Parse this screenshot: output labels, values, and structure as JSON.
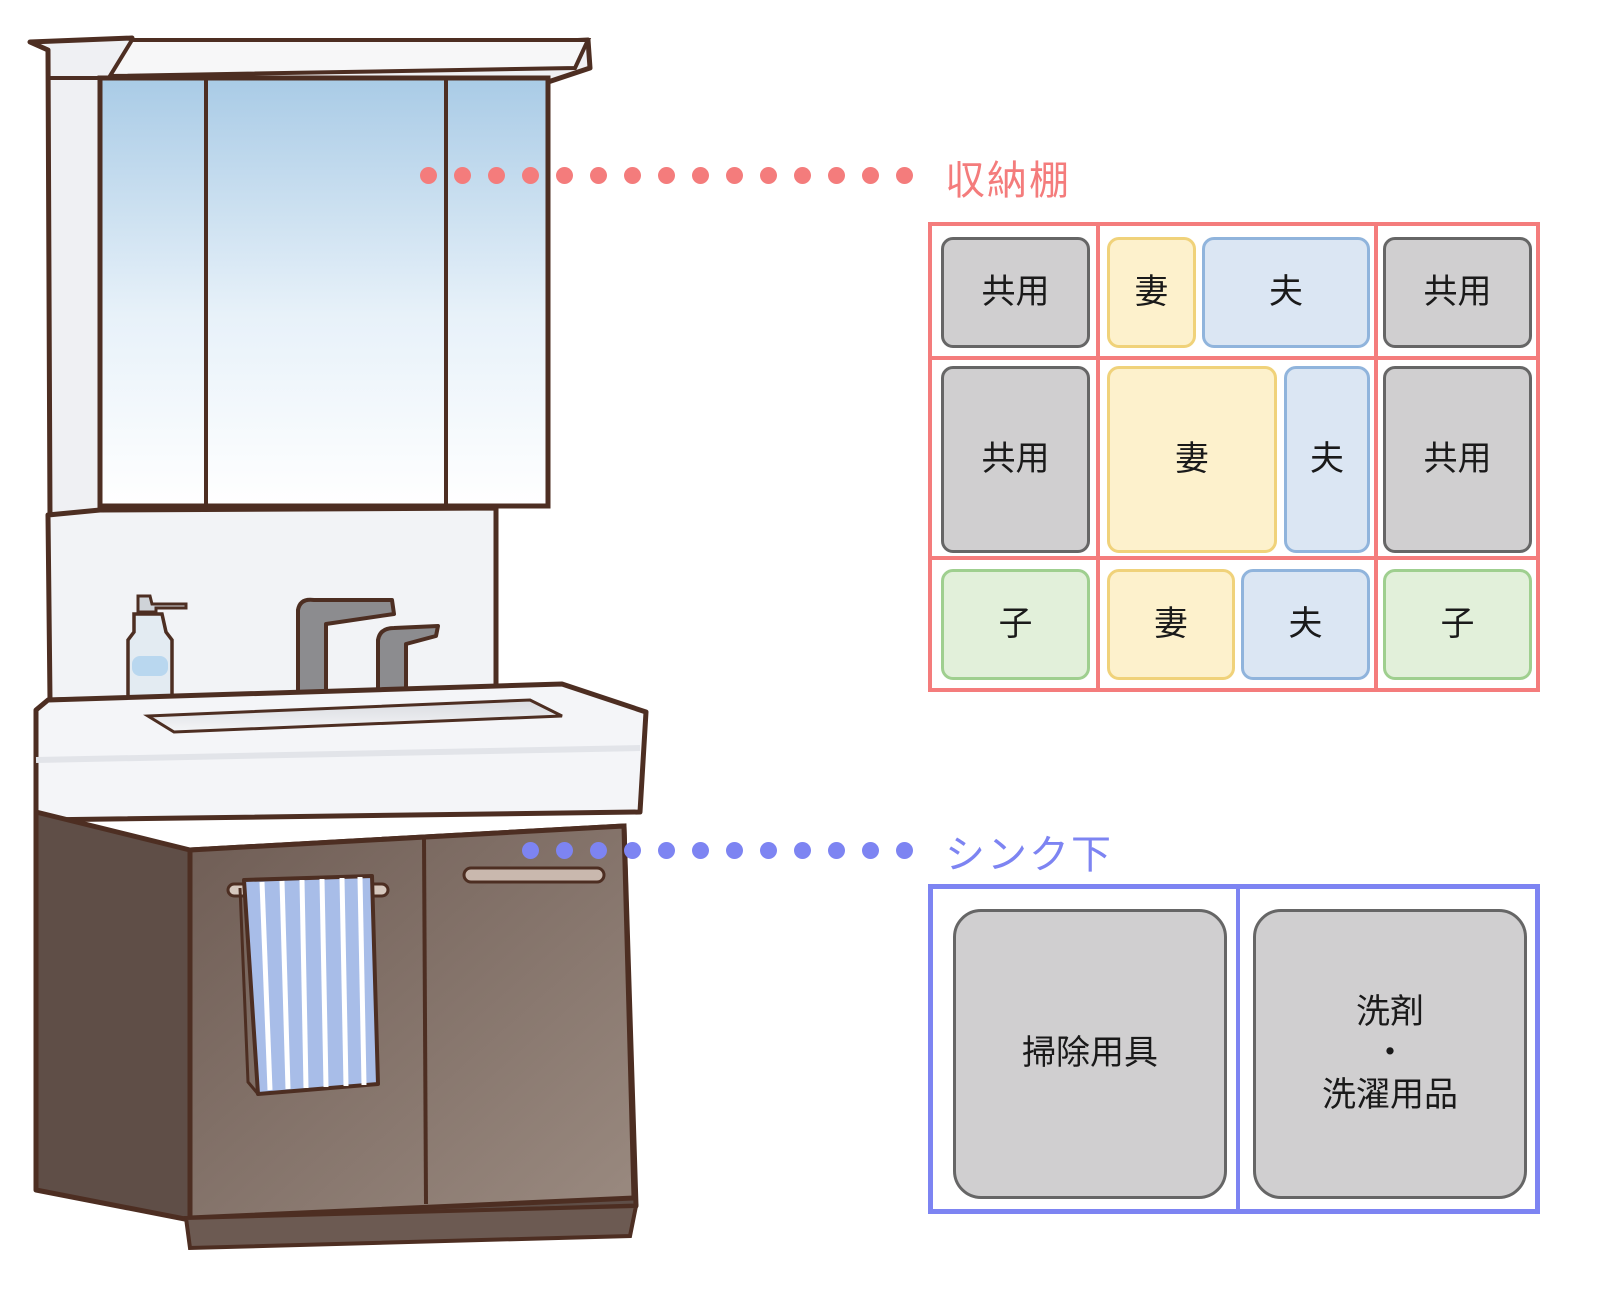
{
  "colors": {
    "shelf_accent": "#f47c7c",
    "sink_accent": "#7d84f2",
    "shared_fill": "#d0cfd0",
    "shared_border": "#666666",
    "wife_fill": "#fdf1cc",
    "wife_border": "#f0d27a",
    "husband_fill": "#dbe6f3",
    "husband_border": "#90b4dc",
    "child_fill": "#e2f0da",
    "child_border": "#9fcf8f",
    "cabinet_brown": "#7e6b62",
    "outline": "#4d2e22",
    "mirror_blue": "#bcd8ee"
  },
  "shelf": {
    "label": "収納棚",
    "bins": [
      {
        "id": "r1c1",
        "text": "共用",
        "kind": "shared"
      },
      {
        "id": "r1c2",
        "text": "妻",
        "kind": "wife"
      },
      {
        "id": "r1c3",
        "text": "夫",
        "kind": "husband"
      },
      {
        "id": "r1c4",
        "text": "共用",
        "kind": "shared"
      },
      {
        "id": "r2c1",
        "text": "共用",
        "kind": "shared"
      },
      {
        "id": "r2c2",
        "text": "妻",
        "kind": "wife"
      },
      {
        "id": "r2c3",
        "text": "夫",
        "kind": "husband"
      },
      {
        "id": "r2c4",
        "text": "共用",
        "kind": "shared"
      },
      {
        "id": "r3c1",
        "text": "子",
        "kind": "child"
      },
      {
        "id": "r3c2",
        "text": "妻",
        "kind": "wife"
      },
      {
        "id": "r3c3",
        "text": "夫",
        "kind": "husband"
      },
      {
        "id": "r3c4",
        "text": "子",
        "kind": "child"
      }
    ]
  },
  "sink": {
    "label": "シンク下",
    "bins": [
      {
        "id": "left",
        "lines": [
          "掃除用具"
        ]
      },
      {
        "id": "right",
        "lines": [
          "洗剤",
          "・",
          "洗濯用品"
        ]
      }
    ]
  }
}
